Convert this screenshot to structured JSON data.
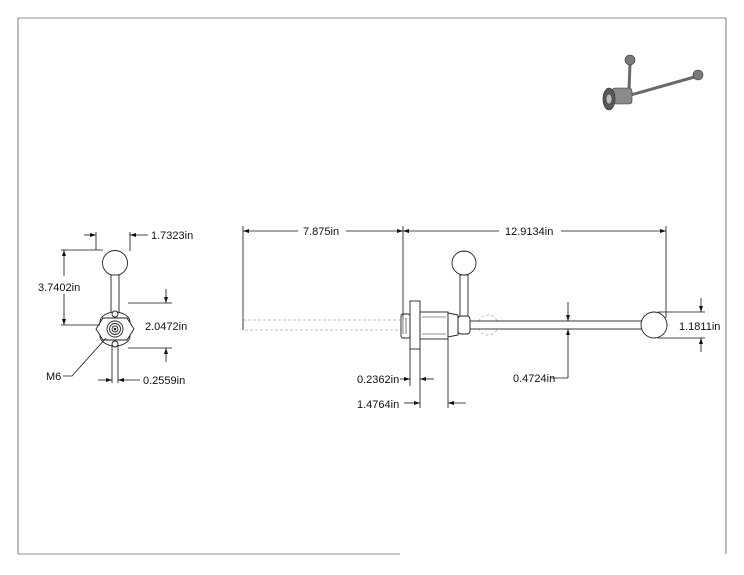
{
  "drawing": {
    "front_view": {
      "dim_width": "1.7323in",
      "dim_height": "3.7402in",
      "dim_flange": "2.0472in",
      "dim_hole": "0.2559in",
      "thread_label": "M6"
    },
    "side_view": {
      "dim_left": "7.875in",
      "dim_right": "12.9134in",
      "dim_ball": "1.1811in",
      "dim_rod": "0.4724in",
      "dim_flange_thk": "0.2362in",
      "dim_body": "1.4764in"
    }
  },
  "colors": {
    "line": "#111111",
    "part_fill": "#ffffff",
    "iso_dark": "#5a5a5a",
    "iso_light": "#bdbdbd"
  }
}
